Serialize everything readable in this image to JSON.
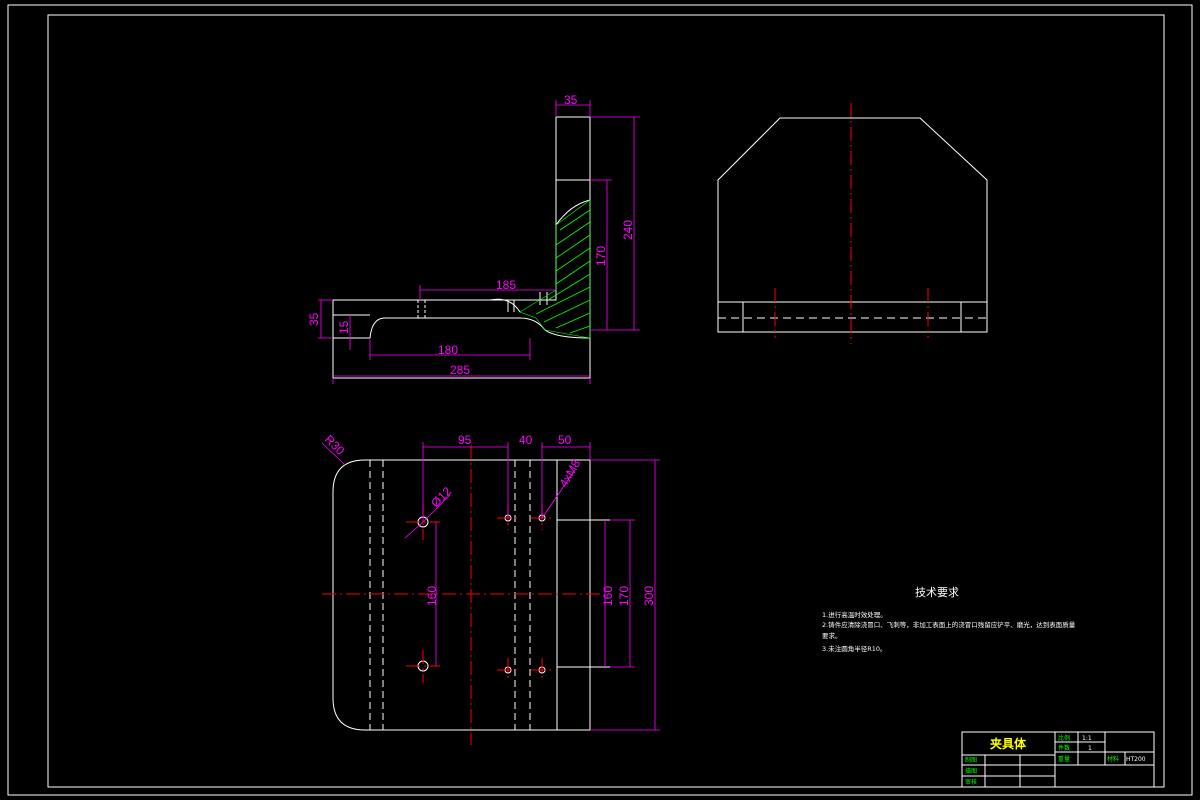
{
  "colors": {
    "background": "#000000",
    "outline": "#ffffff",
    "dimension": "#ff00ff",
    "centerline": "#ff0000",
    "hatch": "#00ff00",
    "title_text": "#ffff00",
    "label_text": "#00ff00"
  },
  "side_view": {
    "dims": {
      "top_width": "35",
      "height_total": "240",
      "height_inner": "170",
      "top_slot": "185",
      "left_height": "35",
      "left_step": "15",
      "bottom_slot": "180",
      "overall_length": "285"
    }
  },
  "plan_view": {
    "dims": {
      "radius": "R30",
      "d1": "95",
      "d2": "40",
      "d3": "50",
      "hole_dia": "Ø12",
      "thread": "4xM8",
      "hole_spacing_left": "160",
      "hole_spacing_right": "160",
      "slot_height": "170",
      "overall_height": "300"
    }
  },
  "tech_requirements": {
    "title": "技术要求",
    "items": [
      "1.进行高温时效处理。",
      "2.铸件应清除浇冒口、飞刺等，非加工表面上的浇冒口残留应铲平、磨光，达到表面质量",
      "要求。",
      "3.未注圆角半径R10。"
    ]
  },
  "title_block": {
    "part_name": "夹具体",
    "scale_label": "比例",
    "scale_value": "1:1",
    "qty_label": "件数",
    "qty_value": "1",
    "weight_label": "重量",
    "material_label": "材料",
    "material_value": "HT200",
    "drawn_label": "制图",
    "description_label": "描图",
    "check_label": "审核"
  }
}
